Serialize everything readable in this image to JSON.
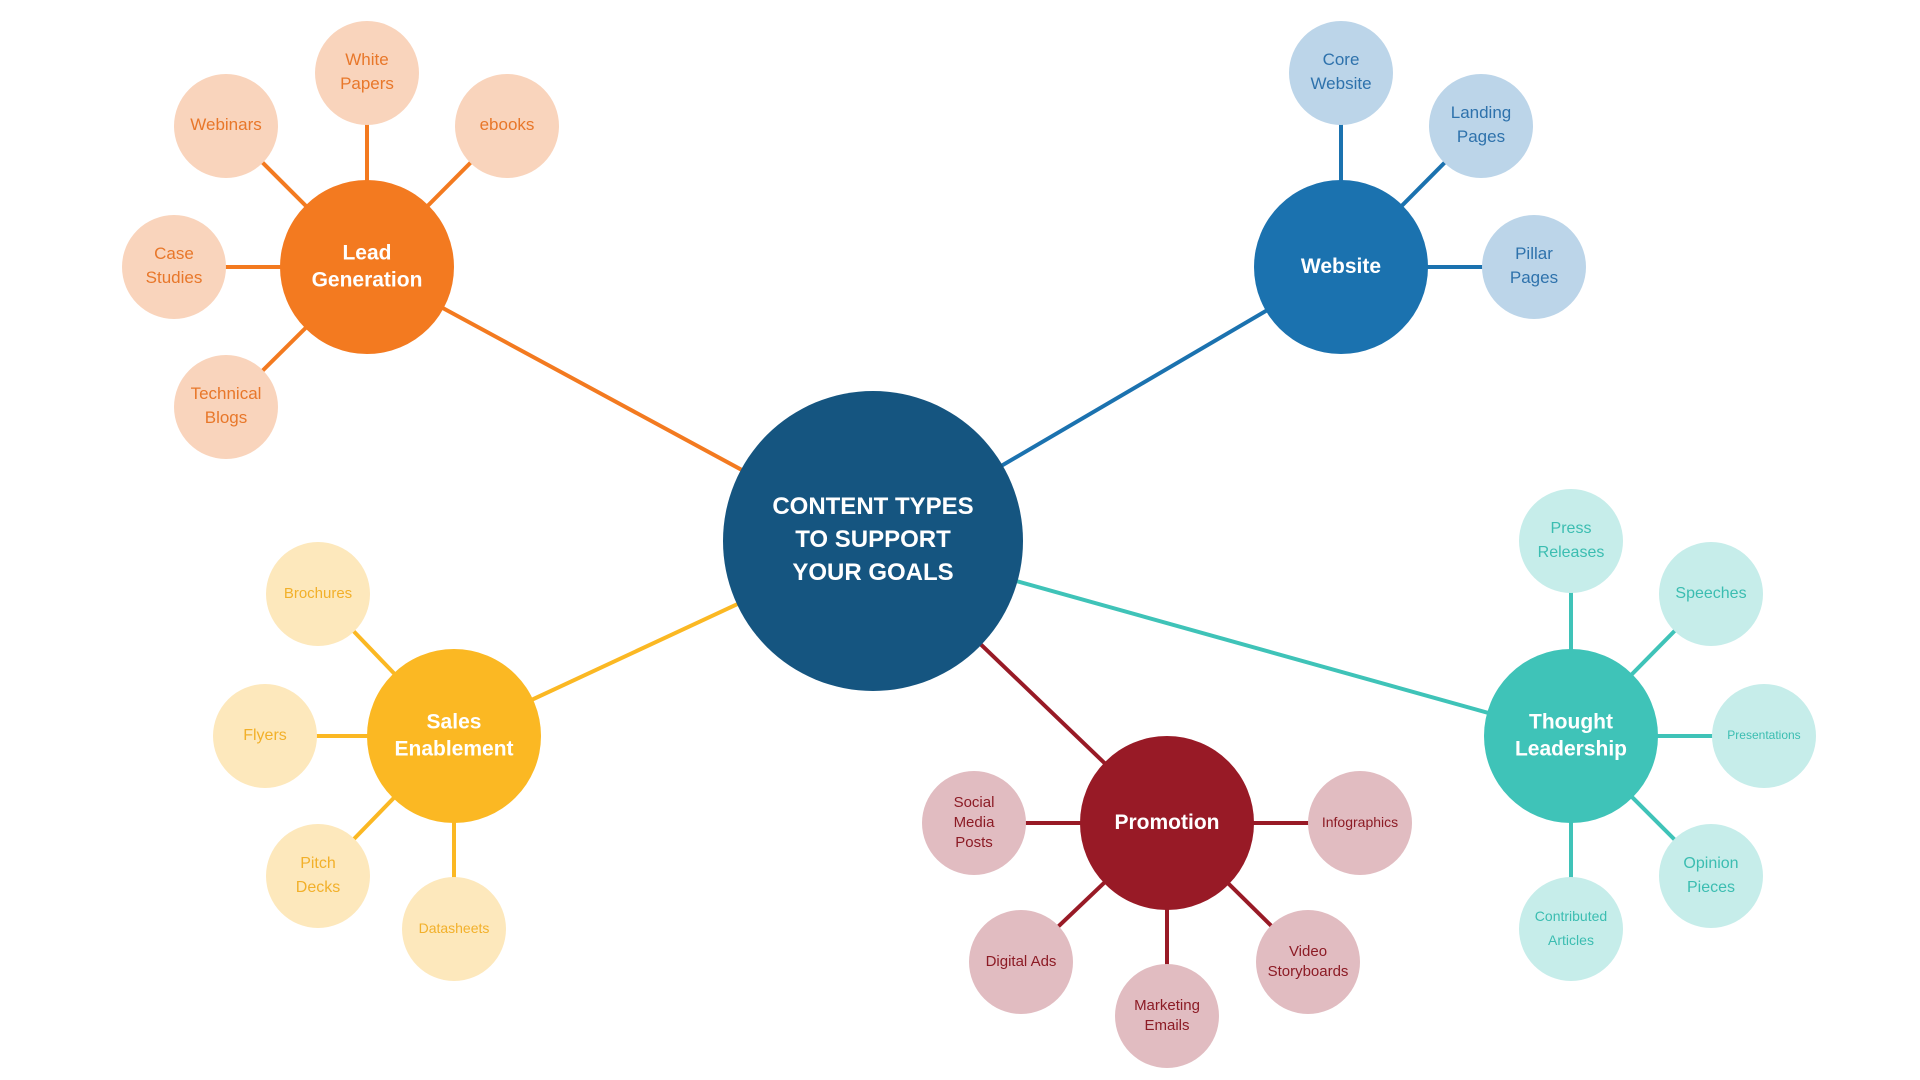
{
  "center": {
    "lines": [
      "CONTENT TYPES",
      "TO SUPPORT",
      "YOUR GOALS"
    ],
    "color": "#155580"
  },
  "groups": [
    {
      "id": "lead-generation",
      "label_lines": [
        "Lead",
        "Generation"
      ],
      "color": "#F37A20",
      "leaf_fill": "#F9D4BC",
      "leaf_text_color": "#E8772A",
      "leaves": [
        {
          "id": "white-papers",
          "lines": [
            "White",
            "Papers"
          ]
        },
        {
          "id": "webinars",
          "lines": [
            "Webinars"
          ]
        },
        {
          "id": "ebooks",
          "lines": [
            "ebooks"
          ]
        },
        {
          "id": "case-studies",
          "lines": [
            "Case",
            "Studies"
          ]
        },
        {
          "id": "technical-blogs",
          "lines": [
            "Technical",
            "Blogs"
          ]
        }
      ]
    },
    {
      "id": "website",
      "label_lines": [
        "Website"
      ],
      "color": "#1B72AF",
      "leaf_fill": "#BCD5E9",
      "leaf_text_color": "#2E72AC",
      "leaves": [
        {
          "id": "core-website",
          "lines": [
            "Core",
            "Website"
          ]
        },
        {
          "id": "landing-pages",
          "lines": [
            "Landing",
            "Pages"
          ]
        },
        {
          "id": "pillar-pages",
          "lines": [
            "Pillar",
            "Pages"
          ]
        }
      ]
    },
    {
      "id": "sales-enablement",
      "label_lines": [
        "Sales",
        "Enablement"
      ],
      "color": "#FBB823",
      "leaf_fill": "#FDE8BC",
      "leaf_text_color": "#F2B02A",
      "leaves": [
        {
          "id": "brochures",
          "lines": [
            "Brochures"
          ]
        },
        {
          "id": "flyers",
          "lines": [
            "Flyers"
          ]
        },
        {
          "id": "pitch-decks",
          "lines": [
            "Pitch",
            "Decks"
          ]
        },
        {
          "id": "datasheets",
          "lines": [
            "Datasheets"
          ]
        }
      ]
    },
    {
      "id": "promotion",
      "label_lines": [
        "Promotion"
      ],
      "color": "#981A26",
      "leaf_fill": "#E1BCC1",
      "leaf_text_color": "#8C1B25",
      "leaves": [
        {
          "id": "social-media-posts",
          "lines": [
            "Social",
            "Media",
            "Posts"
          ]
        },
        {
          "id": "infographics",
          "lines": [
            "Infographics"
          ]
        },
        {
          "id": "digital-ads",
          "lines": [
            "Digital Ads"
          ]
        },
        {
          "id": "marketing-emails",
          "lines": [
            "Marketing",
            "Emails"
          ]
        },
        {
          "id": "video-storyboards",
          "lines": [
            "Video",
            "Storyboards"
          ]
        }
      ]
    },
    {
      "id": "thought-leadership",
      "label_lines": [
        "Thought",
        "Leadership"
      ],
      "color": "#3FC3B8",
      "leaf_fill": "#C6EDEA",
      "leaf_text_color": "#3BBDB1",
      "leaves": [
        {
          "id": "press-releases",
          "lines": [
            "Press",
            "Releases"
          ]
        },
        {
          "id": "speeches",
          "lines": [
            "Speeches"
          ]
        },
        {
          "id": "presentations",
          "lines": [
            "Presentations"
          ]
        },
        {
          "id": "opinion-pieces",
          "lines": [
            "Opinion",
            "Pieces"
          ]
        },
        {
          "id": "contributed-articles",
          "lines": [
            "Contributed",
            "Articles"
          ]
        }
      ]
    }
  ]
}
